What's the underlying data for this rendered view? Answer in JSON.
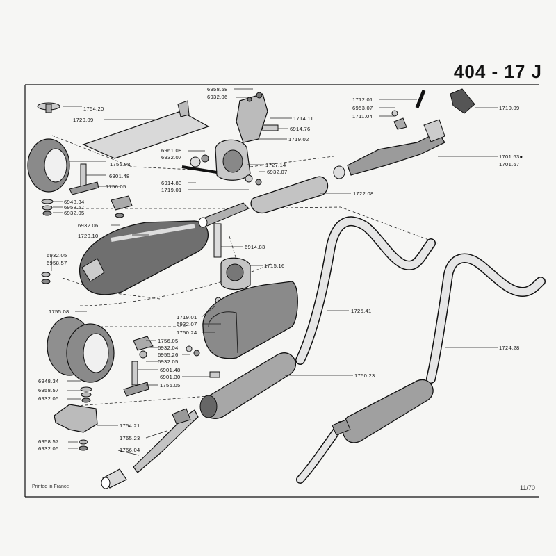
{
  "header": {
    "page_code": "404 - 17 J"
  },
  "footer": {
    "printed": "Printed in France",
    "date": "11/70"
  },
  "labels": [
    "1754.20",
    "1720.09",
    "1755.08",
    "6901.48",
    "1756.05",
    "6948.34",
    "6958.57",
    "6932.05",
    "6932.06",
    "1720.10",
    "6932.05",
    "6958.57",
    "6958.58",
    "6932.06",
    "1714.11",
    "6914.76",
    "1719.02",
    "6961.08",
    "6932.07",
    "1727.14",
    "6932.07",
    "6914.83",
    "1719.01",
    "1722.08",
    "1712.01",
    "6953.07",
    "1711.04",
    "1710.09",
    "1701.63●",
    "1701.67",
    "6914.83",
    "1715.16",
    "1719.01",
    "6932.07",
    "1750.24",
    "1755.08",
    "1756.05",
    "6932.04",
    "6955.26",
    "6932.05",
    "6901.48",
    "6901.30",
    "1756.05",
    "6948.34",
    "6958.57",
    "6932.05",
    "1725.41",
    "1724.28",
    "1750.23",
    "1754.21",
    "1765.23",
    "6958.57",
    "6932.05",
    "1766.04"
  ]
}
